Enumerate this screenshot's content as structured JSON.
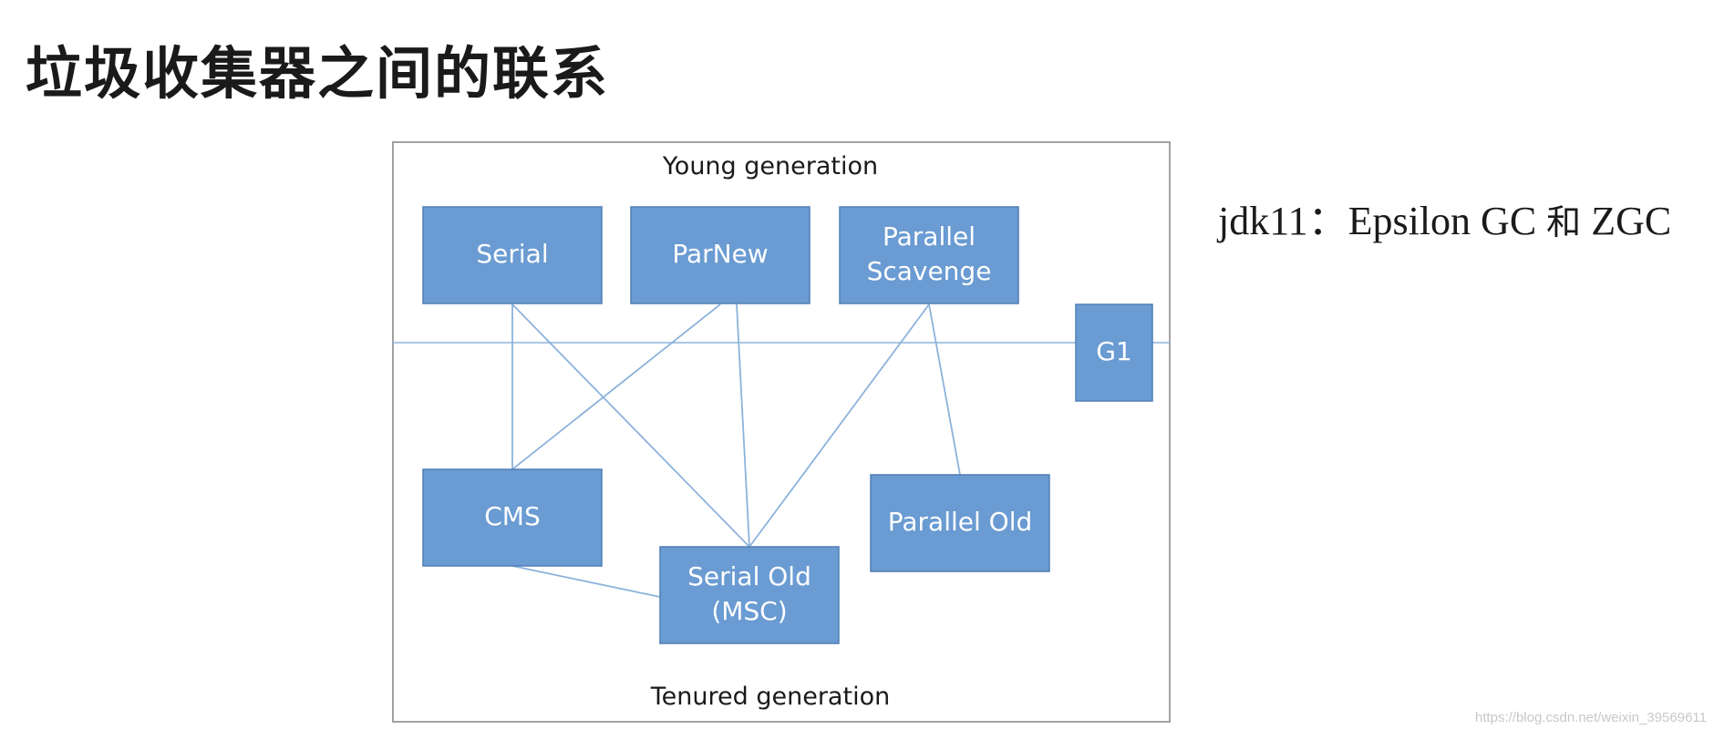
{
  "title": "垃圾收集器之间的联系",
  "side_note": {
    "prefix": "jdk11：Epsilon GC",
    "conjunction": "和",
    "suffix": "ZGC"
  },
  "diagram": {
    "young_label": "Young generation",
    "tenured_label": "Tenured generation",
    "nodes": [
      {
        "id": "serial",
        "lines": [
          "Serial"
        ]
      },
      {
        "id": "parnew",
        "lines": [
          "ParNew"
        ]
      },
      {
        "id": "parallel-scavenge",
        "lines": [
          "Parallel",
          "Scavenge"
        ]
      },
      {
        "id": "g1",
        "lines": [
          "G1"
        ]
      },
      {
        "id": "cms",
        "lines": [
          "CMS"
        ]
      },
      {
        "id": "serial-old",
        "lines": [
          "Serial Old",
          "(MSC)"
        ]
      },
      {
        "id": "parallel-old",
        "lines": [
          "Parallel Old"
        ]
      }
    ],
    "links": [
      [
        "serial",
        "cms"
      ],
      [
        "serial",
        "serial-old"
      ],
      [
        "parnew",
        "cms"
      ],
      [
        "parnew",
        "serial-old"
      ],
      [
        "parallel-scavenge",
        "serial-old"
      ],
      [
        "parallel-scavenge",
        "parallel-old"
      ],
      [
        "cms",
        "serial-old"
      ]
    ]
  },
  "watermark": "https://blog.csdn.net/weixin_39569611"
}
